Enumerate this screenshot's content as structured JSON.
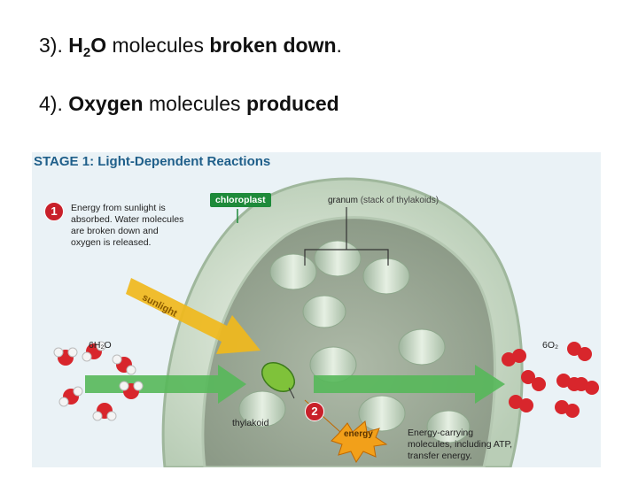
{
  "bullets": [
    {
      "num": "3). ",
      "formula_h": "H",
      "formula_sub": "2",
      "formula_o": "O",
      "mid": " molecules ",
      "bold_end": "broken down",
      "tail": "."
    },
    {
      "num": "4). ",
      "bold_start": "Oxygen",
      "mid": " molecules ",
      "bold_end": "produced"
    }
  ],
  "figure": {
    "stage_title": "STAGE 1: Light-Dependent Reactions",
    "step1_number": "1",
    "step1_text": "Energy from sunlight is absorbed. Water molecules are broken down and oxygen is released.",
    "chloroplast_label": "chloroplast",
    "granum_label": "granum",
    "granum_note": "(stack of thylakoids)",
    "sunlight_label": "sunlight",
    "water_label": "6H₂O",
    "oxygen_label": "6O₂",
    "thylakoid_label": "thylakoid",
    "step2_number": "2",
    "energy_label": "energy",
    "step2_text": "Energy-carrying molecules, including ATP, transfer energy."
  },
  "colors": {
    "title_blue": "#1f5f8a",
    "chloroplast_green": "#1e8a3a",
    "badge_red": "#c8202a",
    "arrow_green": "#56b85a",
    "sun_yellow": "#f0b81c",
    "oxygen_red": "#d8262c"
  }
}
